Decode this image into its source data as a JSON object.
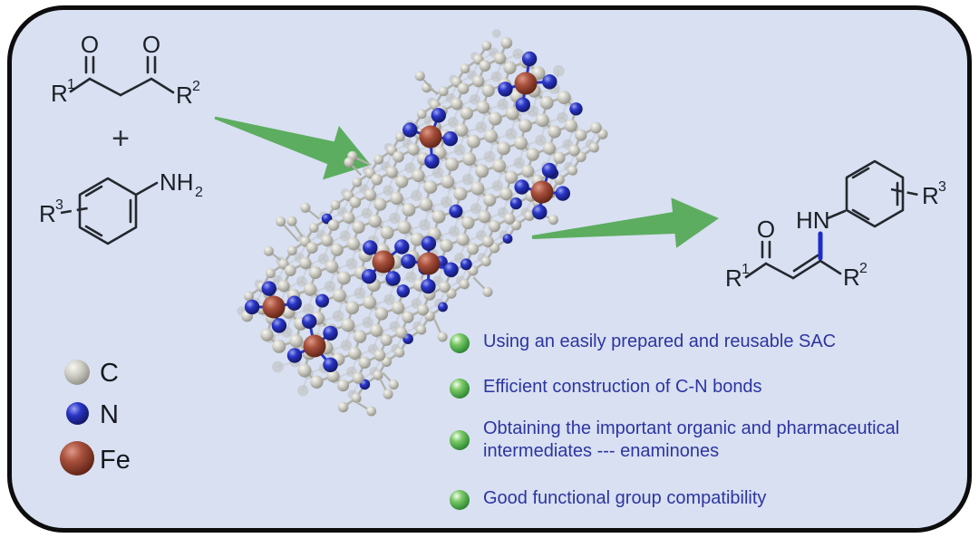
{
  "frame": {
    "background": "#d8e0f2",
    "border_color": "#0d0d0d"
  },
  "reaction": {
    "reactant_diketone": {
      "label_r1": "R",
      "sup_r1": "1",
      "carbonyl_left": "O",
      "carbonyl_right": "O",
      "label_r2": "R",
      "sup_r2": "2"
    },
    "plus_sign": "+",
    "reactant_aniline": {
      "label_r3": "R",
      "sup_r3": "3",
      "amine": "NH",
      "amine_sub": "2"
    },
    "product_enaminone": {
      "carbonyl": "O",
      "amine": "HN",
      "label_r1": "R",
      "sup_r1": "1",
      "label_r2": "R",
      "sup_r2": "2",
      "label_r3": "R",
      "sup_r3": "3",
      "cn_bond_color": "#1c2cc8"
    }
  },
  "arrows": {
    "color": "#5dad60"
  },
  "catalyst_model": {
    "description": "Fe-N4 single-atom sites on N-doped carbon nanotube (ball-and-stick model)",
    "atom_colors": {
      "C": "#cac9c1",
      "N": "#2733c4",
      "Fe": "#a8503c"
    }
  },
  "legend": {
    "items": [
      {
        "symbol": "C",
        "color": "#cac9c1"
      },
      {
        "symbol": "N",
        "color": "#2733c4"
      },
      {
        "symbol": "Fe",
        "color": "#a8503c"
      }
    ]
  },
  "bullets": {
    "text_color": "#2d35a0",
    "marker_color": "#55aa48",
    "items": [
      {
        "text": "Using  an easily prepared and reusable SAC"
      },
      {
        "text": "Efficient construction of C-N bonds"
      },
      {
        "text": "Obtaining the important organic and pharmaceutical intermediates --- enaminones"
      },
      {
        "text": "Good functional group compatibility"
      }
    ]
  }
}
